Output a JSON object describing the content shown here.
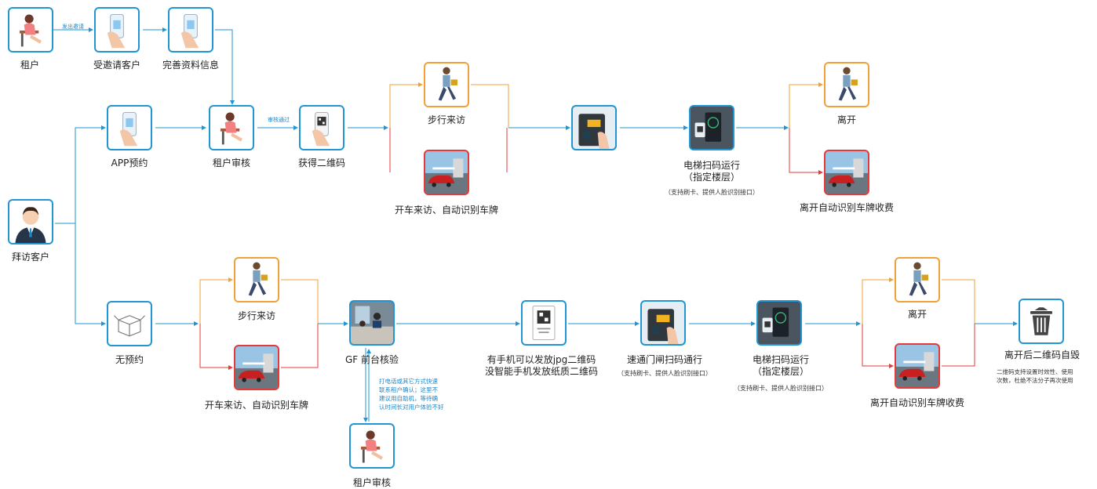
{
  "colors": {
    "blue": "#2196d3",
    "orange": "#f0a238",
    "red": "#e63a3a"
  },
  "nodes": {
    "tenant": {
      "label": "租户",
      "icon": "woman-phone-icon"
    },
    "invited": {
      "label": "受邀请客户",
      "icon": "phone-hand-icon"
    },
    "complete_info": {
      "label": "完善资料信息",
      "icon": "phone-hand-icon"
    },
    "visitor": {
      "label": "拜访客户",
      "icon": "businessman-icon"
    },
    "app_booking": {
      "label": "APP预约",
      "icon": "phone-hand-icon"
    },
    "tenant_review": {
      "label": "租户审核",
      "icon": "woman-phone-icon"
    },
    "get_qr": {
      "label": "获得二维码",
      "icon": "qr-phone-icon"
    },
    "walk_top": {
      "label": "步行来访",
      "icon": "walking-man-icon"
    },
    "car_top": {
      "label": "开车来访、自动识别车牌",
      "icon": "car-gate-icon"
    },
    "gate_top": {
      "label": "",
      "icon": "gate-scanner-icon"
    },
    "elevator_top": {
      "label": "电梯扫码运行\n（指定楼层）",
      "sub": "（支持刷卡、提供人脸识别接口）",
      "icon": "elevator-scanner-icon"
    },
    "leave_top": {
      "label": "离开",
      "icon": "walking-man-icon"
    },
    "leave_car_top": {
      "label": "离开自动识别车牌收费",
      "icon": "car-gate-icon"
    },
    "no_booking": {
      "label": "无预约",
      "icon": "box-icon"
    },
    "walk_bottom": {
      "label": "步行来访",
      "icon": "walking-man-icon"
    },
    "car_bottom": {
      "label": "开车来访、自动识别车牌",
      "icon": "car-gate-icon"
    },
    "front_desk": {
      "label": "GF 前台核验",
      "icon": "reception-desk-icon"
    },
    "tenant_review_bottom": {
      "label": "租户审核",
      "icon": "woman-phone-icon"
    },
    "paper_qr": {
      "label": "有手机可以发放jpg二维码\n没智能手机发放纸质二维码",
      "icon": "paper-qr-icon"
    },
    "turnstile": {
      "label": "速通门闸扫码通行",
      "sub": "（支持刷卡、提供人脸识别接口）",
      "icon": "gate-scanner-icon"
    },
    "elevator_bottom": {
      "label": "电梯扫码运行\n（指定楼层）",
      "sub": "（支持刷卡、提供人脸识别接口）",
      "icon": "elevator-scanner-icon"
    },
    "leave_bottom": {
      "label": "离开",
      "icon": "walking-man-icon"
    },
    "leave_car_bottom": {
      "label": "离开自动识别车牌收费",
      "icon": "car-gate-icon"
    },
    "destroy": {
      "label": "离开后二维码自毁",
      "sub": "二维码支持设置时效性、使用\n次数，杜绝不法分子再次使用",
      "icon": "trash-icon"
    }
  },
  "edge_labels": {
    "send_invite": "发出邀请",
    "review_pass": "审核通过"
  },
  "desk_note": "打电话或其它方式快速\n联系租户确认；这里不\n建议用自助机，等待确\n认时间长对用户体验不好"
}
